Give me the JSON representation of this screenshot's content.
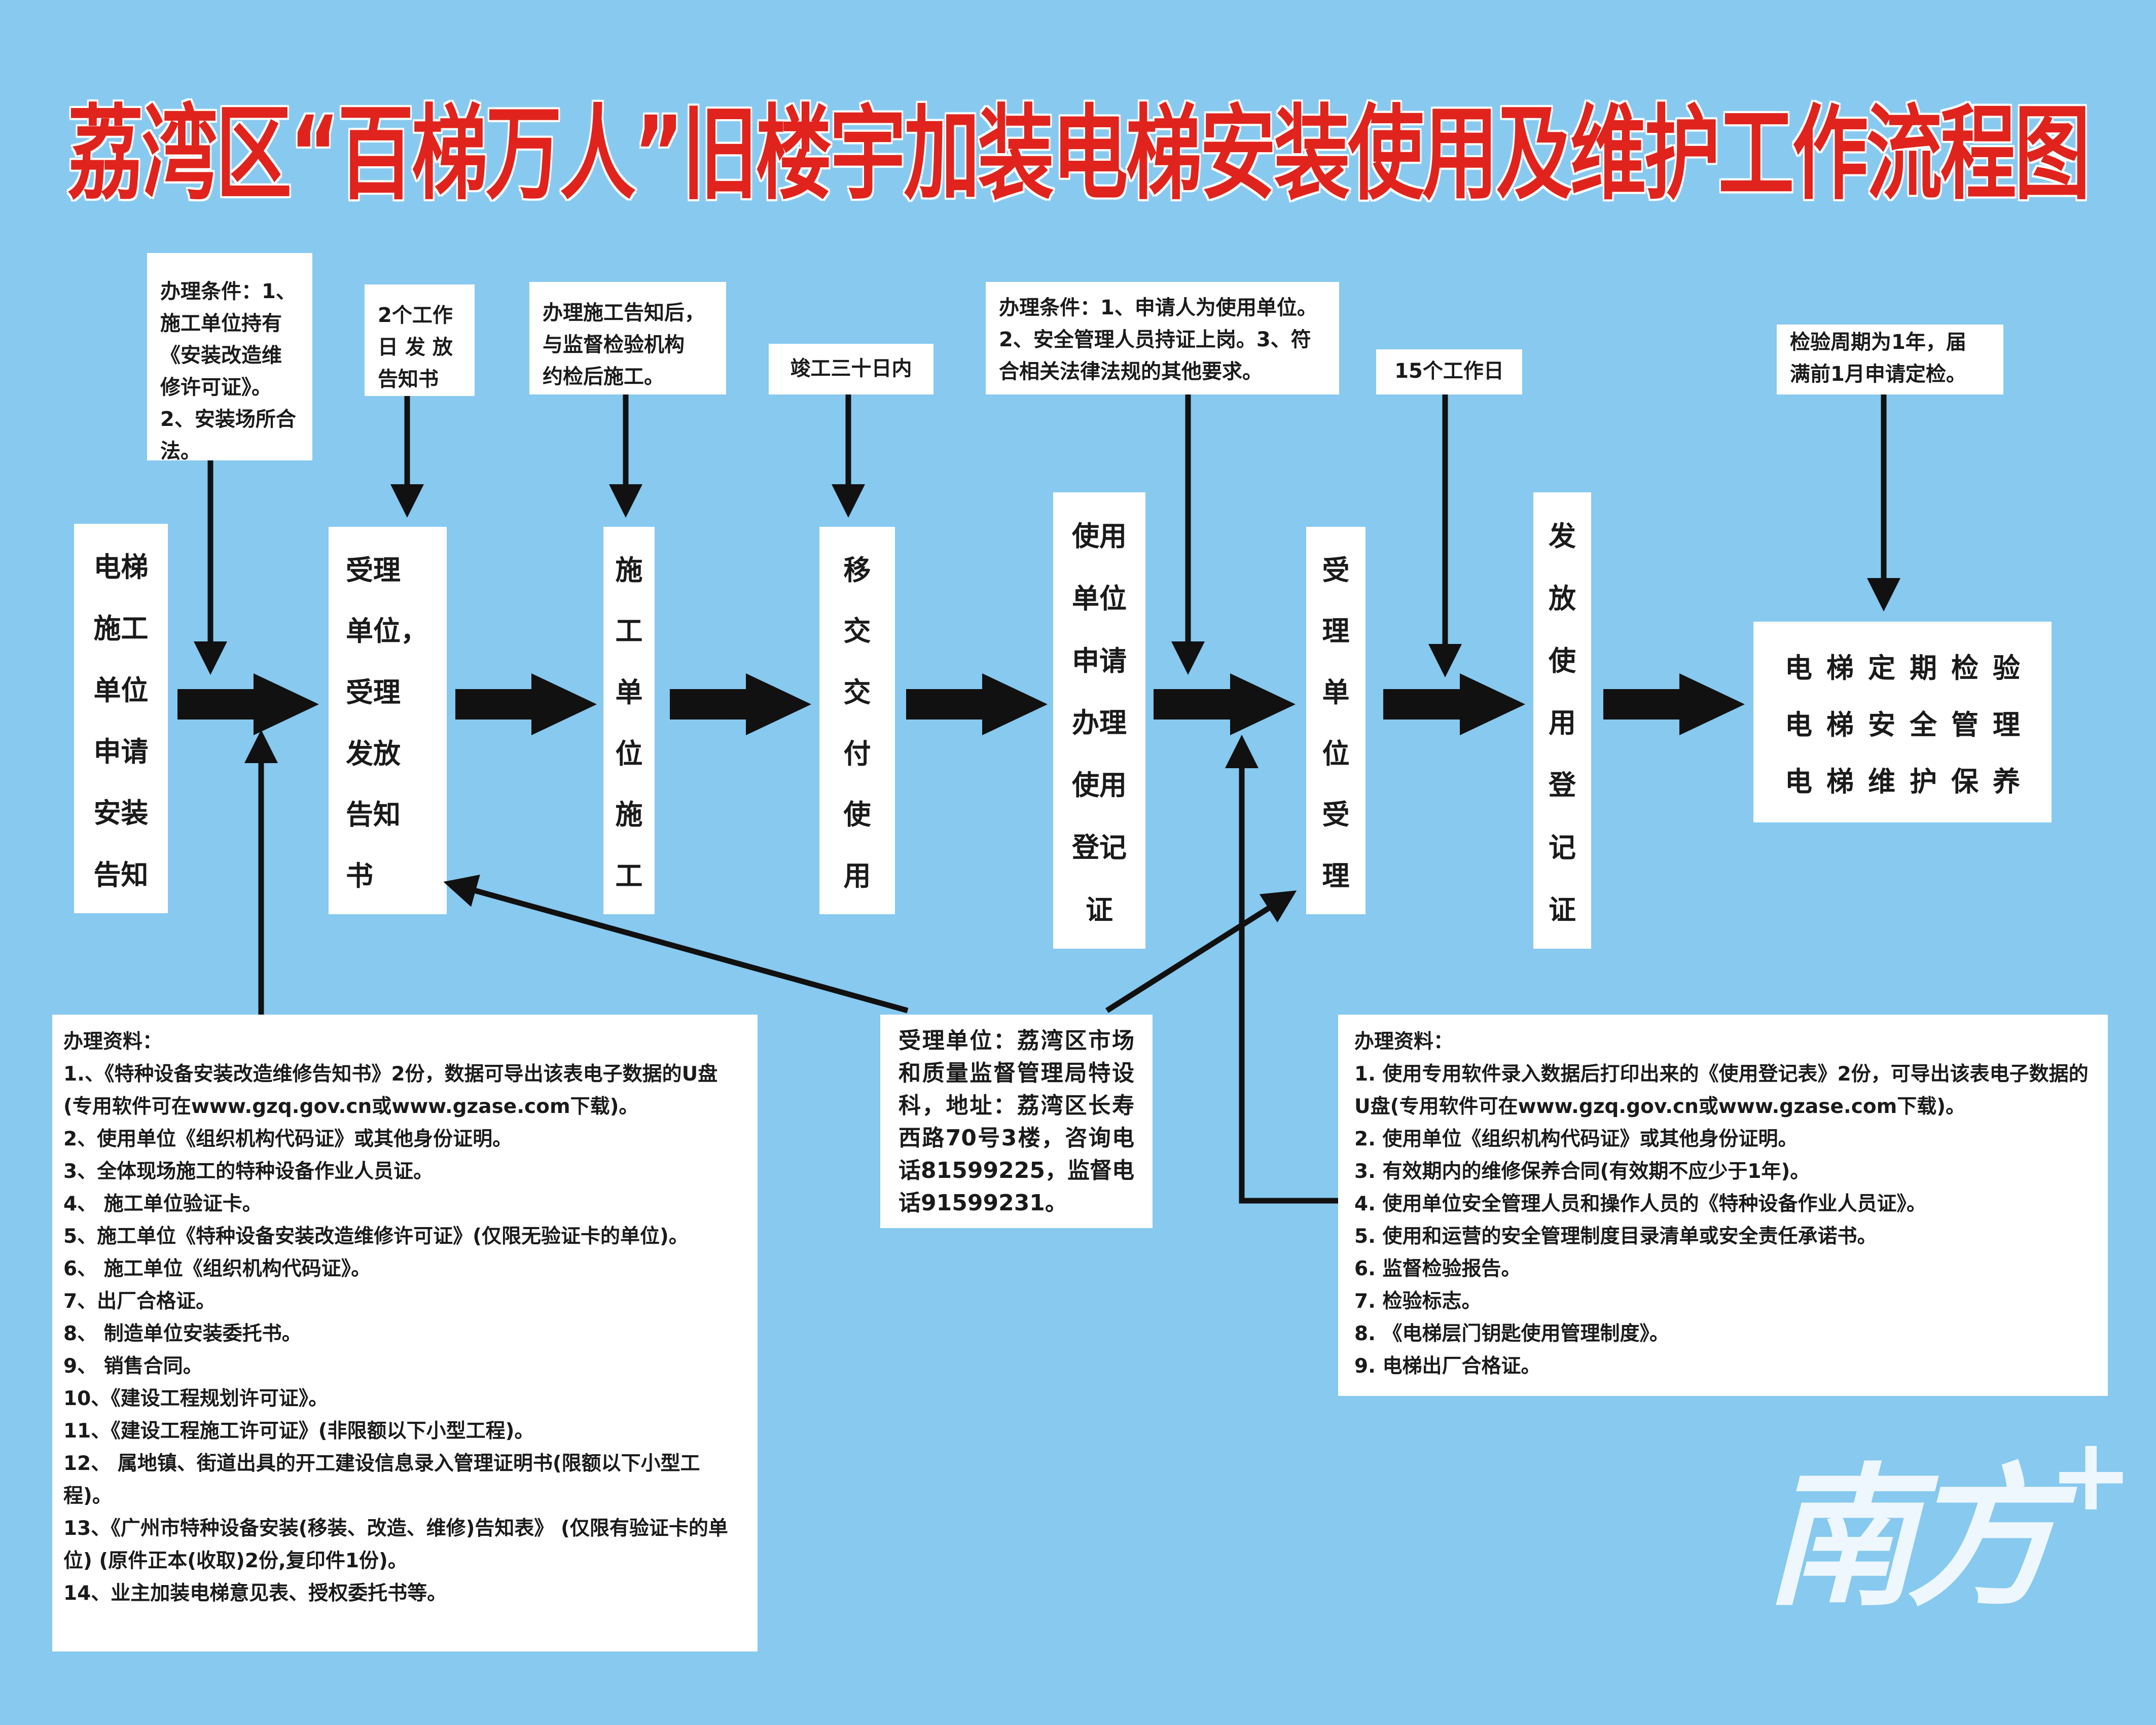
{
  "title": "荔湾区“百梯万人”旧楼宇加装电梯安装使用及维护工作流程图",
  "steps": {
    "apply_notice": [
      "电梯",
      "施工",
      "单位",
      "申请",
      "安装",
      "告知"
    ],
    "accept_issue": [
      "受理",
      "单位，",
      "受理",
      "发放",
      "告知",
      "书"
    ],
    "construction": [
      "施",
      "工",
      "单",
      "位",
      "施",
      "工"
    ],
    "handover": [
      "移",
      "交",
      "交",
      "付",
      "使",
      "用"
    ],
    "apply_register": [
      "使用",
      "单位",
      "申请",
      "办理",
      "使用",
      "登记",
      "证"
    ],
    "accept": [
      "受",
      "理",
      "单",
      "位",
      "受",
      "理"
    ],
    "issue_cert": [
      "发",
      "放",
      "使",
      "用",
      "登",
      "记",
      "证"
    ],
    "final": [
      "电梯定期检验",
      "电梯安全管理",
      "电梯维护保养"
    ]
  },
  "notes": {
    "conditions_install": [
      "办理条件：1、",
      "施工单位持有",
      "《安装改造维",
      "修许可证》。",
      "2、安装场所合",
      "法。"
    ],
    "two_days": [
      "2个工作",
      "日 发 放",
      "告知书"
    ],
    "after_notice": [
      "办理施工告知后，",
      "与监督检验机构",
      "约检后施工。"
    ],
    "thirty_days": [
      "竣工三十日内"
    ],
    "conditions_use": [
      "办理条件：1、申请人为使用单位。",
      "2、安全管理人员持证上岗。3、符",
      "合相关法律法规的其他要求。"
    ],
    "fifteen_days": [
      "15个工作日"
    ],
    "inspection_cycle": [
      "检验周期为1年，届",
      "满前1月申请定检。"
    ]
  },
  "materials_install": {
    "heading": "办理资料：",
    "items": [
      "1.、《特种设备安装改造维修告知书》2份，数据可导出该表电子数据的U盘(专用软件可在www.gzq.gov.cn或www.gzase.com下载)。",
      "2、使用单位《组织机构代码证》或其他身份证明。",
      "3、全体现场施工的特种设备作业人员证。",
      "4、 施工单位验证卡。",
      "5、施工单位《特种设备安装改造维修许可证》(仅限无验证卡的单位)。",
      "6、 施工单位《组织机构代码证》。",
      "7、出厂合格证。",
      "8、 制造单位安装委托书。",
      "9、 销售合同。",
      "10、《建设工程规划许可证》。",
      "11、《建设工程施工许可证》(非限额以下小型工程)。",
      "12、 属地镇、街道出具的开工建设信息录入管理证明书(限额以下小型工程)。",
      "13、《广州市特种设备安装(移装、改造、维修)告知表》 (仅限有验证卡的单位) (原件正本(收取)2份,复印件1份)。",
      "14、业主加装电梯意见表、授权委托书等。"
    ]
  },
  "acceptance_unit": "受理单位：荔湾区市场和质量监督管理局特设科，地址：荔湾区长寿西路70号3楼，咨询电话81599225，监督电话91599231。",
  "materials_use": {
    "heading": "办理资料：",
    "items": [
      "1. 使用专用软件录入数据后打印出来的《使用登记表》2份，可导出该表电子数据的U盘(专用软件可在www.gzq.gov.cn或www.gzase.com下载)。",
      "2. 使用单位《组织机构代码证》或其他身份证明。",
      "3. 有效期内的维修保养合同(有效期不应少于1年)。",
      "4. 使用单位安全管理人员和操作人员的《特种设备作业人员证》。",
      "5. 使用和运营的安全管理制度目录清单或安全责任承诺书。",
      "6. 监督检验报告。",
      "7. 检验标志。",
      "8. 《电梯层门钥匙使用管理制度》。",
      "9. 电梯出厂合格证。"
    ]
  },
  "watermark": "南方+",
  "colors": {
    "background": "#87c9ef",
    "title": "#e0231c",
    "arrow": "#111111",
    "box": "#ffffff"
  }
}
